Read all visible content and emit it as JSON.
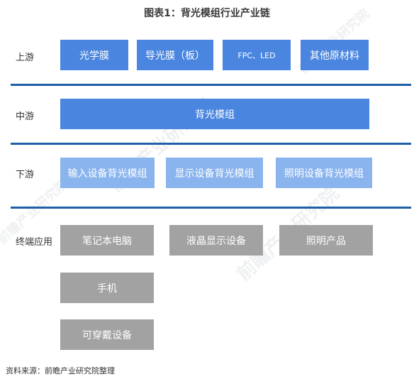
{
  "title": "图表1：背光模组行业产业链",
  "watermark": "前瞻产业研究院",
  "layers": {
    "upstream": {
      "label": "上游",
      "items": [
        "光学膜",
        "导光膜（板）",
        "FPC、LED",
        "其他原材料"
      ]
    },
    "midstream": {
      "label": "中游",
      "items": [
        "背光模组"
      ]
    },
    "downstream": {
      "label": "下游",
      "items": [
        "输入设备背光模组",
        "显示设备背光模组",
        "照明设备背光模组"
      ]
    },
    "applications": {
      "label": "终端应用",
      "items": [
        "笔记本电脑",
        "液晶显示设备",
        "照明产品",
        "手机",
        "可穿戴设备"
      ]
    }
  },
  "colors": {
    "upstream": "#4a86df",
    "midstream": "#4a86df",
    "downstream": "#8ab4ee",
    "applications": "#a2a2a2",
    "divider": "#1f5fa8"
  },
  "source": "资料来源：前瞻产业研究院整理"
}
